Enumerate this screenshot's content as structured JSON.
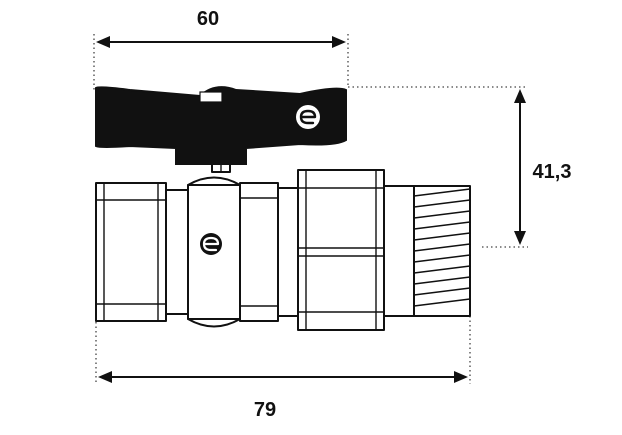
{
  "dimensions": {
    "handle_width": "60",
    "height": "41,3",
    "overall_length": "79"
  },
  "colors": {
    "handle": "#111111",
    "line": "#111111",
    "background": "#ffffff"
  },
  "icons": {
    "body_logo": "brand-logo-icon",
    "handle_logo": "brand-logo-icon"
  }
}
